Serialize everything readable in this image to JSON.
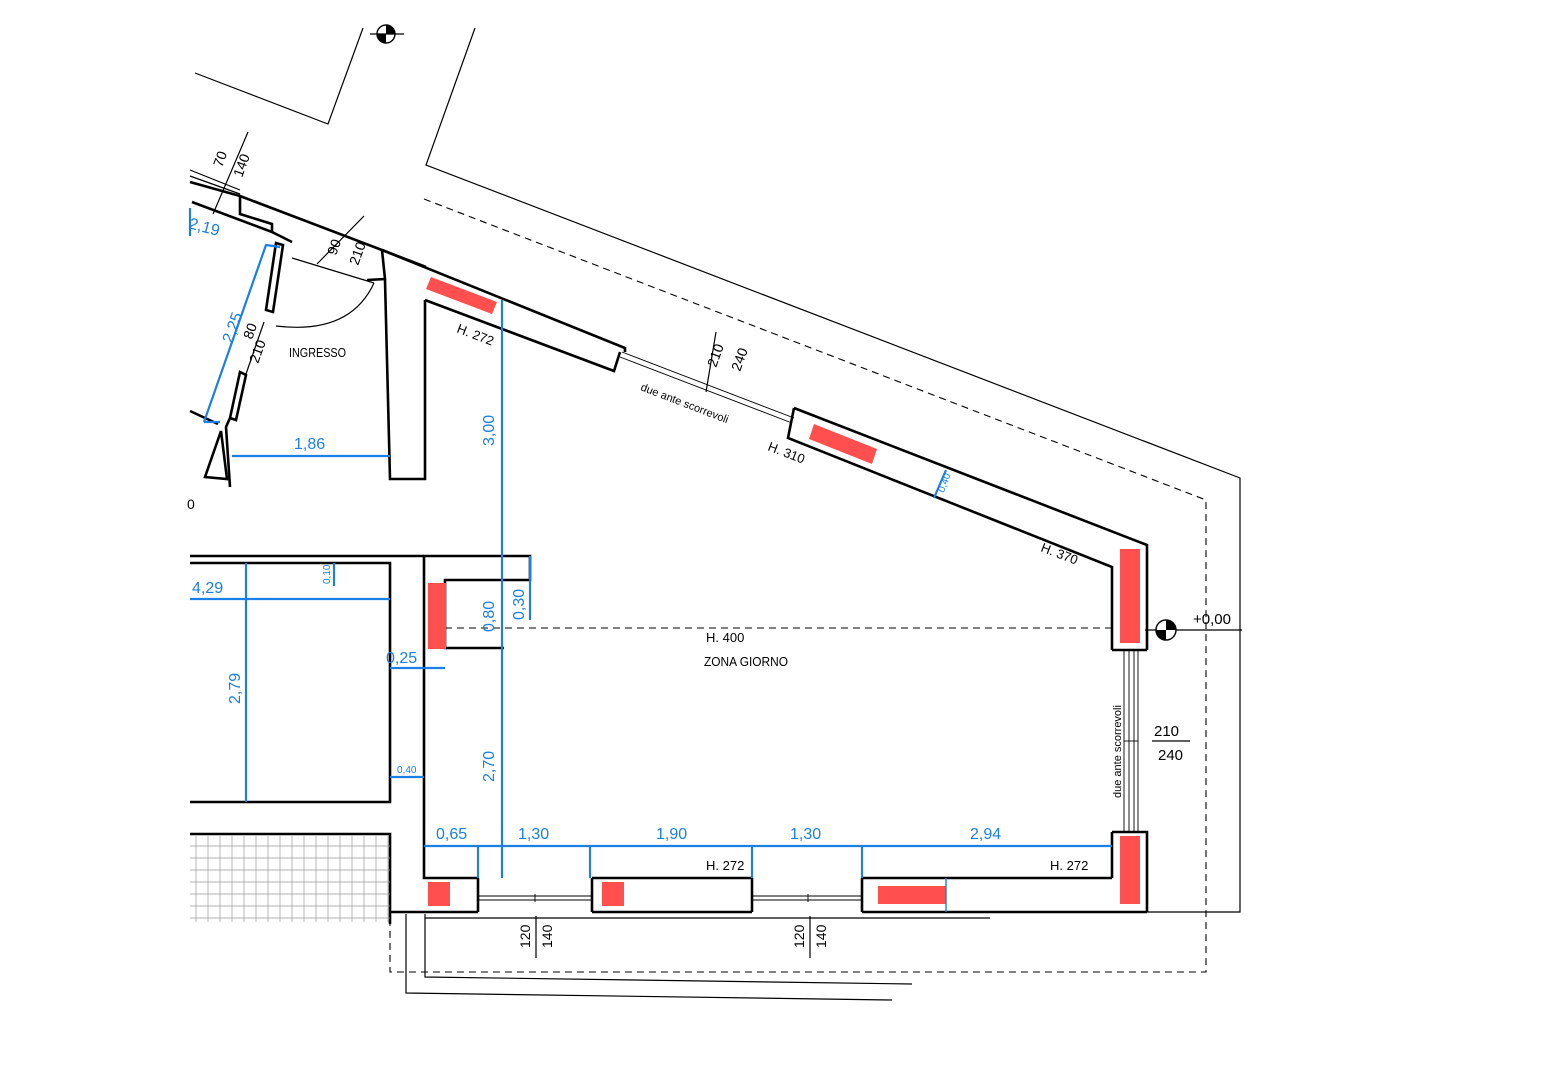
{
  "rooms": {
    "ingresso": "INGRESSO",
    "zona_giorno": "ZONA GIORNO",
    "height_main": "H. 400"
  },
  "level_marker": "+0,00",
  "heights": {
    "h272_a": "H. 272",
    "h310": "H. 310",
    "h370": "H. 370",
    "h272_b": "H. 272",
    "h272_c": "H. 272"
  },
  "openings": {
    "top_window_w": "70",
    "top_window_h": "140",
    "entry_door_w": "90",
    "entry_door_h": "210",
    "inner_door_w": "80",
    "inner_door_h": "210",
    "slider_top_w": "210",
    "slider_top_h": "240",
    "slider_top_note": "due ante scorrevoli",
    "slider_right_w": "210",
    "slider_right_h": "240",
    "slider_right_note": "due ante scorrevoli",
    "bottom_win1_w": "120",
    "bottom_win1_h": "140",
    "bottom_win2_w": "120",
    "bottom_win2_h": "140"
  },
  "dimensions": {
    "d_219": "2,19",
    "d_225": "2,25",
    "d_186": "1,86",
    "d_300": "3,00",
    "d_040_top": "0,40",
    "d_429": "4,29",
    "d_010": "0,10",
    "d_080": "0,80",
    "d_030": "0,30",
    "d_025": "0,25",
    "d_279": "2,79",
    "d_040_left": "0,40",
    "d_270": "2,70",
    "d_065": "0,65",
    "d_130_a": "1,30",
    "d_190": "1,90",
    "d_130_b": "1,30",
    "d_294": "2,94"
  },
  "stray_label": "0"
}
